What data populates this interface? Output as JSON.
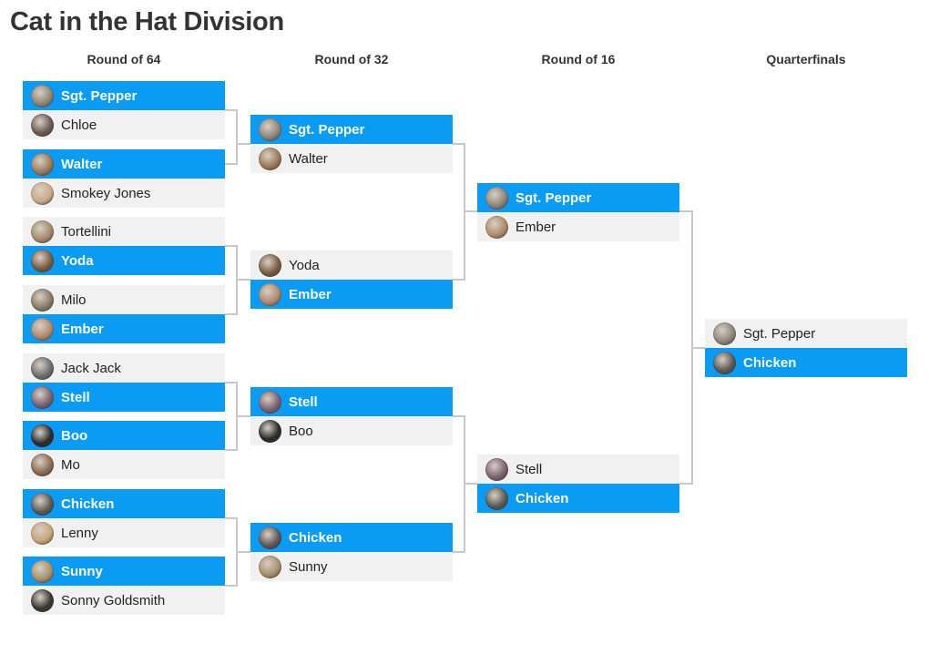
{
  "title": "Cat in the Hat Division",
  "rounds": [
    "Round of 64",
    "Round of 32",
    "Round of 16",
    "Quarterfinals"
  ],
  "round64": [
    {
      "name": "Sgt. Pepper",
      "winner": true,
      "avatar": "#8e8579"
    },
    {
      "name": "Chloe",
      "winner": false,
      "avatar": "#6b5a52"
    },
    {
      "name": "Walter",
      "winner": true,
      "avatar": "#9a7a58"
    },
    {
      "name": "Smokey Jones",
      "winner": false,
      "avatar": "#c9ab86"
    },
    {
      "name": "Tortellini",
      "winner": false,
      "avatar": "#a58a6a"
    },
    {
      "name": "Yoda",
      "winner": true,
      "avatar": "#7a5b42"
    },
    {
      "name": "Milo",
      "winner": false,
      "avatar": "#8a7b66"
    },
    {
      "name": "Ember",
      "winner": true,
      "avatar": "#b08a6c"
    },
    {
      "name": "Jack Jack",
      "winner": false,
      "avatar": "#6d6d6d"
    },
    {
      "name": "Stell",
      "winner": true,
      "avatar": "#7a6270"
    },
    {
      "name": "Boo",
      "winner": true,
      "avatar": "#2a2a2a"
    },
    {
      "name": "Mo",
      "winner": false,
      "avatar": "#8c6a4e"
    },
    {
      "name": "Chicken",
      "winner": true,
      "avatar": "#5c5854"
    },
    {
      "name": "Lenny",
      "winner": false,
      "avatar": "#c9a37a"
    },
    {
      "name": "Sunny",
      "winner": true,
      "avatar": "#a8906c"
    },
    {
      "name": "Sonny Goldsmith",
      "winner": false,
      "avatar": "#3a3634"
    }
  ],
  "round32": [
    {
      "name": "Sgt. Pepper",
      "winner": true,
      "avatar": "#8e8579"
    },
    {
      "name": "Walter",
      "winner": false,
      "avatar": "#9a7a58"
    },
    {
      "name": "Yoda",
      "winner": false,
      "avatar": "#7a5b42"
    },
    {
      "name": "Ember",
      "winner": true,
      "avatar": "#b08a6c"
    },
    {
      "name": "Stell",
      "winner": true,
      "avatar": "#7a6270"
    },
    {
      "name": "Boo",
      "winner": false,
      "avatar": "#2a2a2a"
    },
    {
      "name": "Chicken",
      "winner": true,
      "avatar": "#5c5854"
    },
    {
      "name": "Sunny",
      "winner": false,
      "avatar": "#a8906c"
    }
  ],
  "round16": [
    {
      "name": "Sgt. Pepper",
      "winner": true,
      "avatar": "#8e8579"
    },
    {
      "name": "Ember",
      "winner": false,
      "avatar": "#b08a6c"
    },
    {
      "name": "Stell",
      "winner": false,
      "avatar": "#7a6270"
    },
    {
      "name": "Chicken",
      "winner": true,
      "avatar": "#5c5854"
    }
  ],
  "quarterfinals": [
    {
      "name": "Sgt. Pepper",
      "winner": false,
      "avatar": "#8e8579"
    },
    {
      "name": "Chicken",
      "winner": true,
      "avatar": "#5c5854"
    }
  ],
  "colors": {
    "winner": "#0a9bf5",
    "loser": "#f1f1f1",
    "connector": "#c8c8c8"
  }
}
